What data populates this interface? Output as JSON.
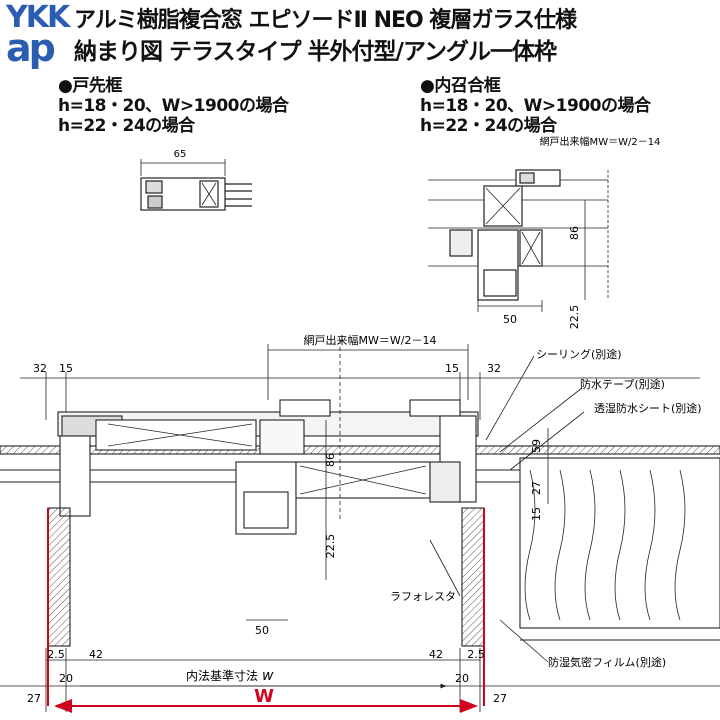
{
  "logo": {
    "brand_top": "YKK",
    "brand_bottom": "ap"
  },
  "header": {
    "title_line1": "アルミ樹脂複合窓 エピソードⅡ NEO 複層ガラス仕様",
    "title_line2": "納まり図 テラスタイプ 半外付型/アングル一体枠"
  },
  "sections": {
    "door_frame": {
      "title": "●戸先框",
      "line1": "h=18・20、W>1900の場合",
      "line2": "h=22・24の場合",
      "dim_width": "65"
    },
    "meeting_rail": {
      "title": "●内召合框",
      "line1": "h=18・20、W>1900の場合",
      "line2": "h=22・24の場合",
      "screen_width": "網戸出来幅MW＝W/2－14",
      "dim_86": "86",
      "dim_22_5": "22.5",
      "dim_50": "50"
    }
  },
  "main": {
    "screen_width": "網戸出来幅MW＝W/2－14",
    "dim_32_left": "32",
    "dim_15_left": "15",
    "dim_15_right": "15",
    "dim_32_right": "32",
    "dim_86": "86",
    "dim_22_5": "22.5",
    "dim_50": "50",
    "dim_59": "59",
    "dim_27_right": "27",
    "dim_15_side": "15",
    "dim_2_5_left": "2.5",
    "dim_42_left": "42",
    "dim_42_right": "42",
    "dim_2_5_right": "2.5",
    "dim_20_left": "20",
    "dim_20_right": "20",
    "dim_27_bottom_left": "27",
    "dim_27_bottom_right": "27",
    "inner_standard": "内法基準寸法",
    "inner_standard_symbol": "w",
    "W_label": "W",
    "callout_sealing": "シーリング(別途)",
    "callout_tape": "防水テープ(別途)",
    "callout_sheet": "透湿防水シート(別途)",
    "callout_lath": "ラフォレスタ",
    "callout_film": "防湿気密フィルム(別途)"
  },
  "colors": {
    "logo": "#2a5db0",
    "dimension_w": "#d0021b",
    "line": "#222222"
  }
}
